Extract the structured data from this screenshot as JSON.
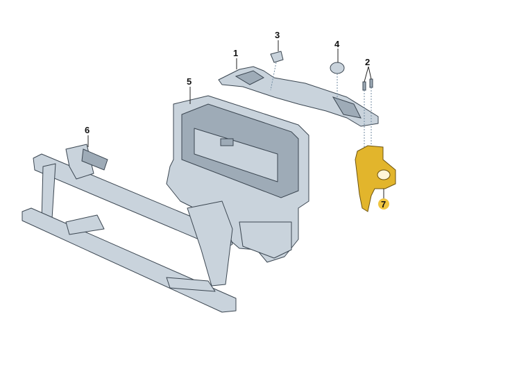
{
  "diagram": {
    "type": "exploded-parts-diagram",
    "callouts": [
      {
        "number": "1",
        "part": "upper-crossmember"
      },
      {
        "number": "2",
        "part": "screws"
      },
      {
        "number": "3",
        "part": "clip"
      },
      {
        "number": "4",
        "part": "rubber-buffer"
      },
      {
        "number": "5",
        "part": "lock-carrier"
      },
      {
        "number": "6",
        "part": "bumper-reinforcement"
      },
      {
        "number": "7",
        "part": "bracket",
        "highlighted": true
      }
    ],
    "highlight_color": "#e2b52c",
    "part_color": "#c9d3dc"
  }
}
